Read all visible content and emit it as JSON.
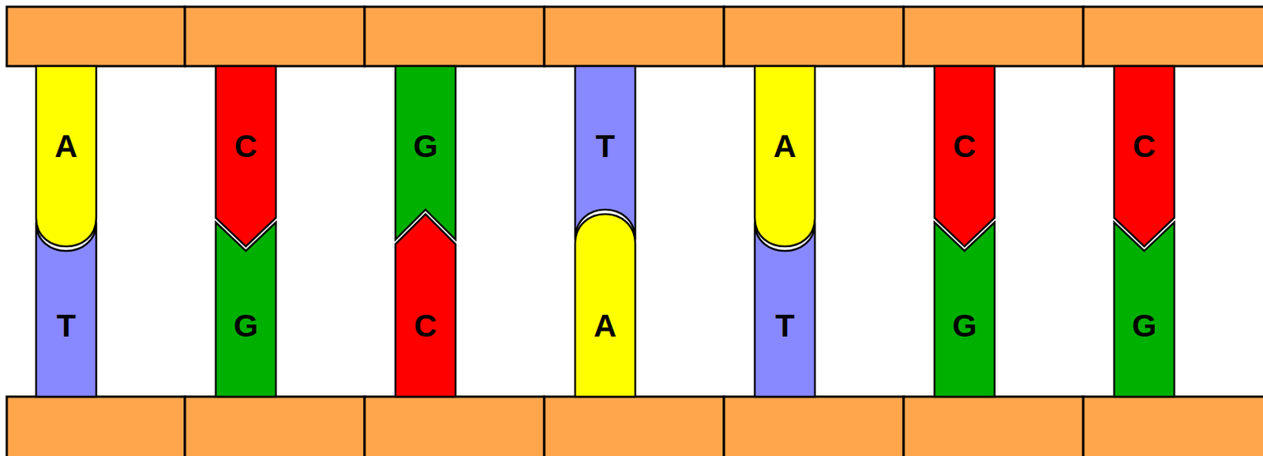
{
  "diagram": {
    "nodes": [
      {
        "text": [
          "A"
        ]
      },
      {
        "text": [
          "C"
        ]
      },
      {
        "text": [
          "G"
        ]
      },
      {
        "text": [
          "T"
        ]
      },
      {
        "text": [
          "A"
        ]
      },
      {
        "text": [
          "C"
        ]
      },
      {
        "text": [
          "C"
        ]
      },
      {
        "text": [
          "T"
        ]
      },
      {
        "text": [
          "G"
        ]
      },
      {
        "text": [
          "C"
        ]
      },
      {
        "text": [
          "A"
        ]
      },
      {
        "text": [
          "T"
        ]
      },
      {
        "text": [
          "G"
        ]
      },
      {
        "text": [
          "G"
        ]
      }
    ]
  }
}
